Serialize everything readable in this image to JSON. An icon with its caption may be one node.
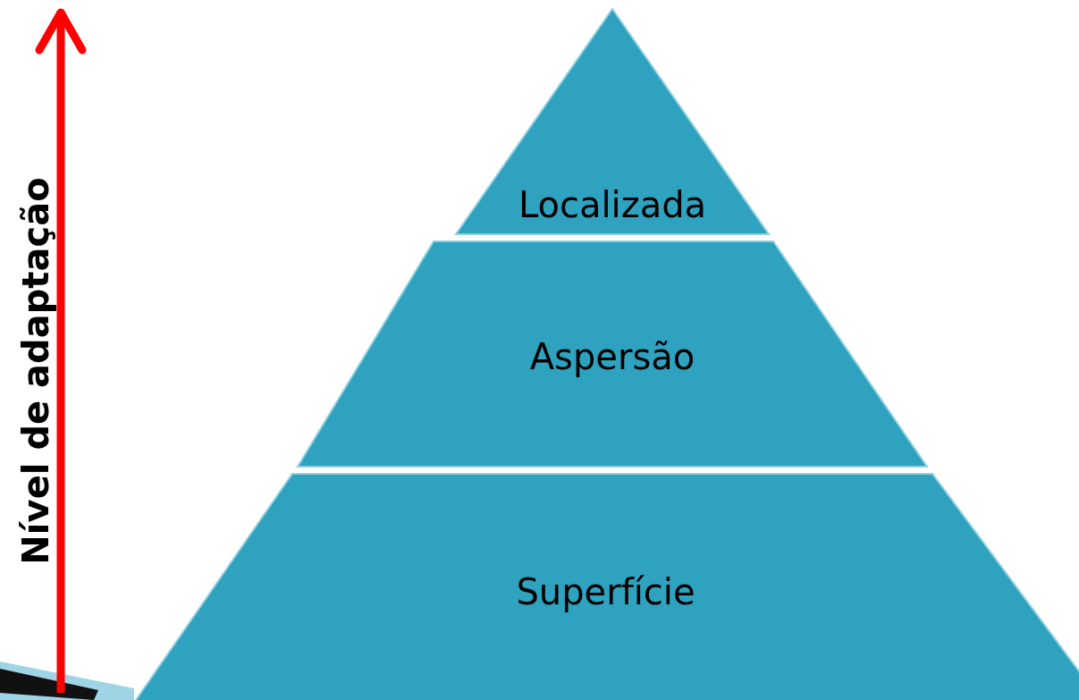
{
  "diagram": {
    "nodes": [
      {
        "text": [
          "Localizada"
        ]
      },
      {
        "text": [
          "Aspersão"
        ]
      },
      {
        "text": [
          "Superfície"
        ]
      }
    ],
    "labels": [
      "Nível de adaptação"
    ]
  }
}
